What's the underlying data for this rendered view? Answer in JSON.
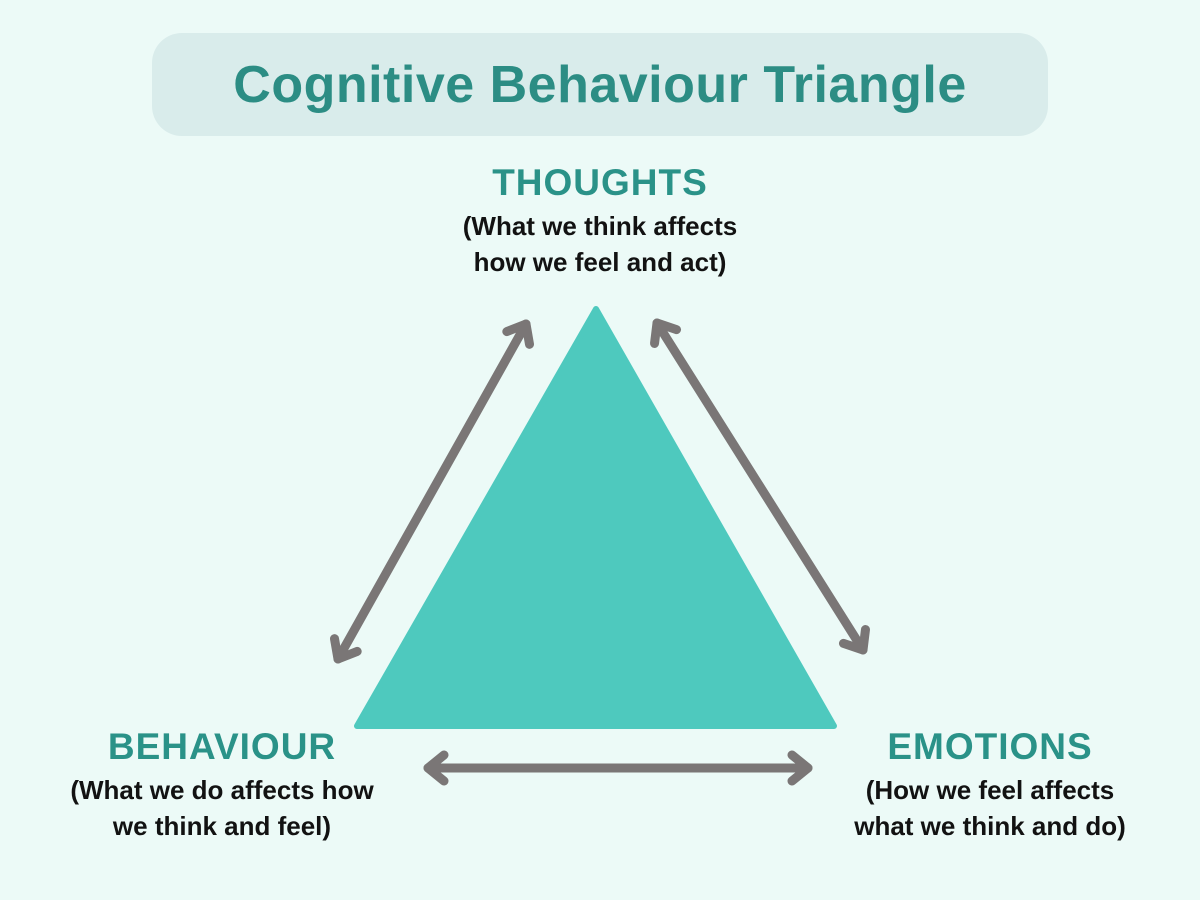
{
  "title": "Cognitive Behaviour Triangle",
  "nodes": {
    "thoughts": {
      "label": "THOUGHTS",
      "desc1": "(What we think affects",
      "desc2": "how we feel and act)"
    },
    "behaviour": {
      "label": "BEHAVIOUR",
      "desc1": "(What we do affects how",
      "desc2": "we think and feel)"
    },
    "emotions": {
      "label": "EMOTIONS",
      "desc1": "(How we feel affects",
      "desc2": "what we think and do)"
    }
  },
  "diagram": {
    "shape": "triangle",
    "arrows": [
      "thoughts-behaviour-double-arrow",
      "thoughts-emotions-double-arrow",
      "behaviour-emotions-double-arrow"
    ]
  },
  "colors": {
    "background": "#ecfaf7",
    "banner": "#d9eceb",
    "title_text": "#2c8d84",
    "node_label": "#2a9288",
    "body_text": "#121212",
    "triangle": "#4ec9be",
    "arrow": "#7a7676"
  }
}
